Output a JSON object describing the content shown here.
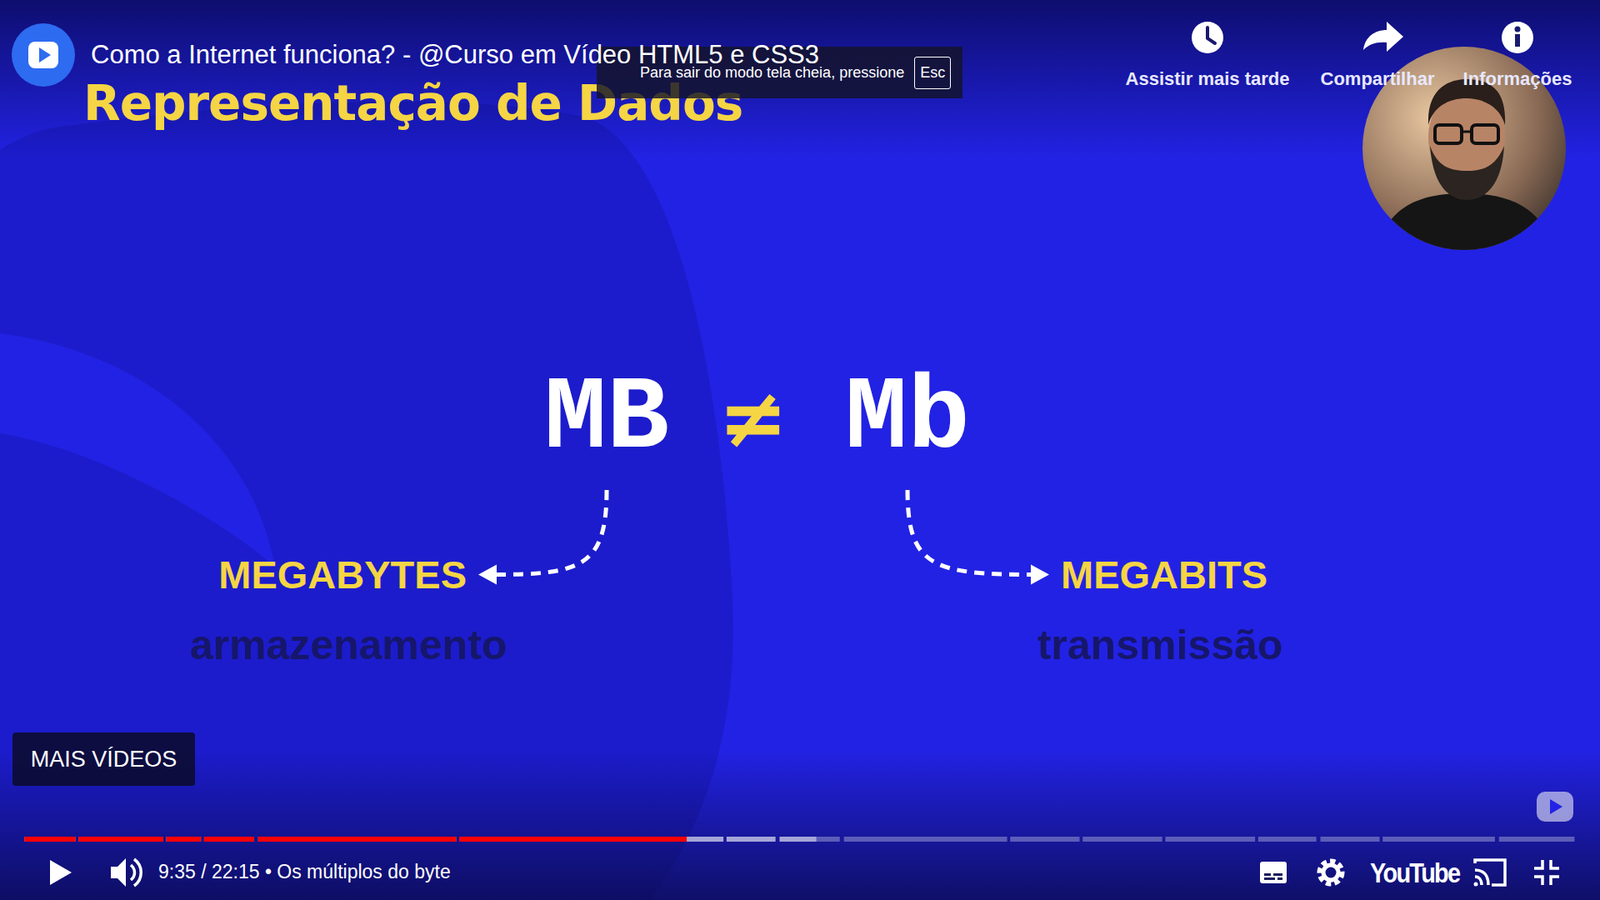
{
  "diagram": {
    "title": "Representação de Dados",
    "nodes": [
      {
        "text": [
          "Para sair do modo tela cheia, pressione"
        ]
      },
      {
        "text": [
          "Esc"
        ],
        "in": 0
      },
      {
        "text": [
          "MB"
        ]
      },
      {
        "text": [
          "Mb"
        ]
      },
      {
        "text": [
          "MEGABYTES"
        ]
      },
      {
        "text": [
          "MEGABITS"
        ]
      },
      {
        "text": [
          "MAIS VÍDEOS"
        ]
      }
    ],
    "edges": [
      {
        "from": 2,
        "to": 4,
        "arrow": "to"
      },
      {
        "from": 3,
        "to": 5,
        "arrow": "to"
      }
    ],
    "labels": [
      "Como a Internet funciona? - @Curso em Vídeo HTML5 e CSS3",
      "Assistir mais tarde",
      "Compartilhar",
      "Informações",
      "≠",
      "armazenamento",
      "transmissão",
      "9:35 / 22:15 • Os múltiplos do byte",
      "YouTube"
    ]
  }
}
